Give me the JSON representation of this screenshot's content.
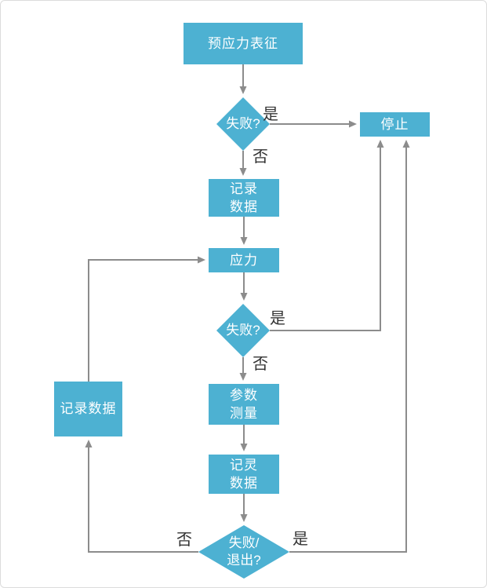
{
  "diagram": {
    "colors": {
      "node_fill": "#4DB1D2",
      "node_text": "#FFFFFF",
      "connector": "#8C8C8C",
      "label_text": "#333333",
      "border": "#DCDCDC",
      "background": "#FFFFFF"
    },
    "nodes": {
      "start": {
        "label": "预应力表征",
        "type": "process"
      },
      "decision1": {
        "label": "失败?",
        "type": "decision"
      },
      "stop": {
        "label": "停止",
        "type": "process"
      },
      "record_data_top": {
        "lines": [
          "记录",
          "数据"
        ],
        "type": "process"
      },
      "stress": {
        "label": "应力",
        "type": "process"
      },
      "decision2": {
        "label": "失败?",
        "type": "decision"
      },
      "parameter_measurement": {
        "lines": [
          "参数",
          "测量"
        ],
        "type": "process"
      },
      "record_data_mid": {
        "lines": [
          "记灵",
          "数据"
        ],
        "type": "process"
      },
      "decision3": {
        "lines": [
          "失败/",
          "退出?"
        ],
        "type": "decision"
      },
      "record_data_left": {
        "label": "记录数据",
        "type": "process"
      }
    },
    "edge_labels": {
      "yes1": "是",
      "no1": "否",
      "yes2": "是",
      "no2": "否",
      "no3": "否",
      "yes3": "是"
    }
  }
}
